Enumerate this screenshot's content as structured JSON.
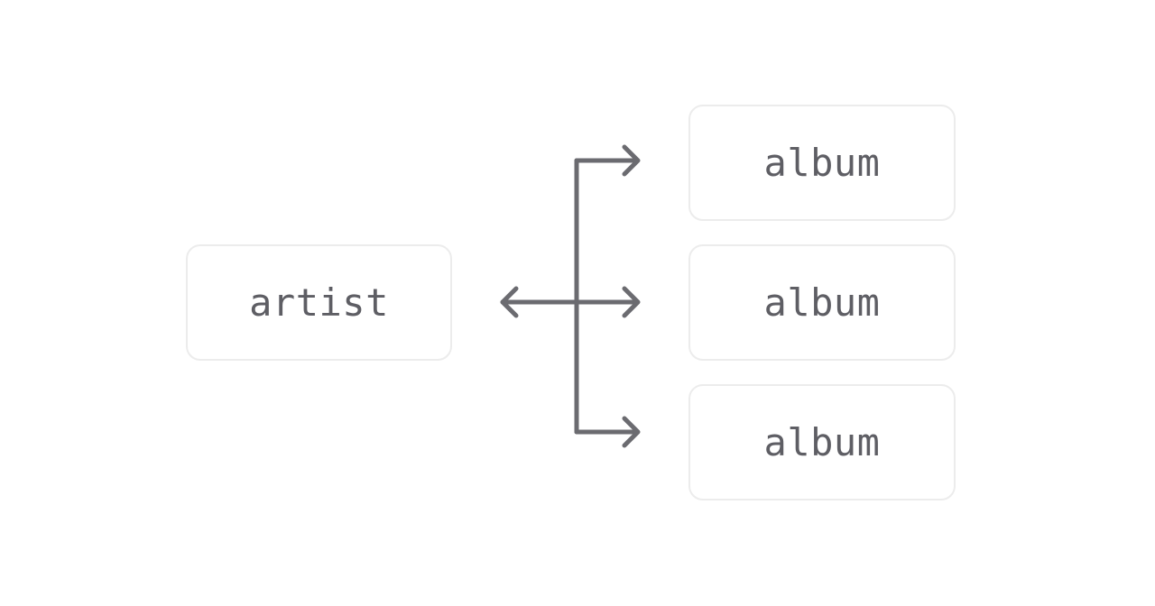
{
  "diagram": {
    "source": {
      "label": "artist"
    },
    "targets": [
      {
        "label": "album"
      },
      {
        "label": "album"
      },
      {
        "label": "album"
      }
    ],
    "relationship": "one-to-many",
    "colors": {
      "line": "#6b6b70",
      "text": "#5e5e64",
      "node_border": "#ececec",
      "background": "#ffffff"
    }
  }
}
